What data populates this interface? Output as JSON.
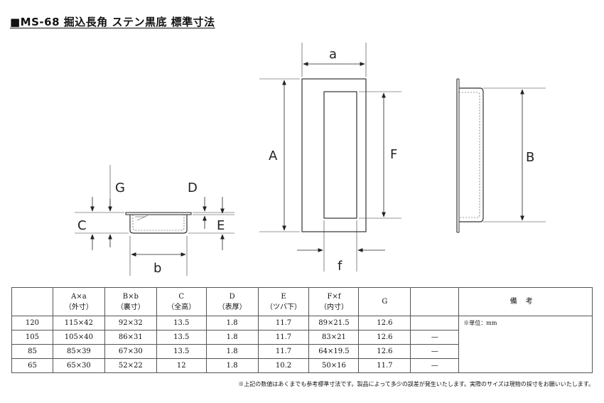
{
  "title": "■MS-68  掘込長角  ステン黒底  標準寸法",
  "dimension_labels": {
    "a": "a",
    "A": "A",
    "F": "F",
    "f": "f",
    "B": "B",
    "G": "G",
    "D": "D",
    "C": "C",
    "E": "E",
    "b": "b"
  },
  "table": {
    "headers": [
      {
        "top": "",
        "bottom": ""
      },
      {
        "top": "A×a",
        "bottom": "（外寸）"
      },
      {
        "top": "B×b",
        "bottom": "（裏寸）"
      },
      {
        "top": "C",
        "bottom": "（全高）"
      },
      {
        "top": "D",
        "bottom": "（表厚）"
      },
      {
        "top": "E",
        "bottom": "（ツバ下）"
      },
      {
        "top": "F×f",
        "bottom": "（内寸）"
      },
      {
        "top": "G",
        "bottom": ""
      },
      {
        "top": "",
        "bottom": ""
      }
    ],
    "remarks_header": "備考",
    "remarks": "※単位：mm",
    "rows": [
      [
        "120",
        "115×42",
        "92×32",
        "13.5",
        "1.8",
        "11.7",
        "89×21.5",
        "12.6",
        ""
      ],
      [
        "105",
        "105×40",
        "86×31",
        "13.5",
        "1.8",
        "11.7",
        "83×21",
        "12.6",
        "—"
      ],
      [
        "85",
        "85×39",
        "67×30",
        "13.5",
        "1.8",
        "11.7",
        "64×19.5",
        "12.6",
        "—"
      ],
      [
        "65",
        "65×30",
        "52×22",
        "12",
        "1.8",
        "10.2",
        "50×16",
        "11.7",
        "—"
      ]
    ]
  },
  "footnote": "※上記の数値はあくまでも参考標準寸法です。製品によって多少の誤差が発生いたします。実際のサイズは現物の採寸をお願いいたします。"
}
